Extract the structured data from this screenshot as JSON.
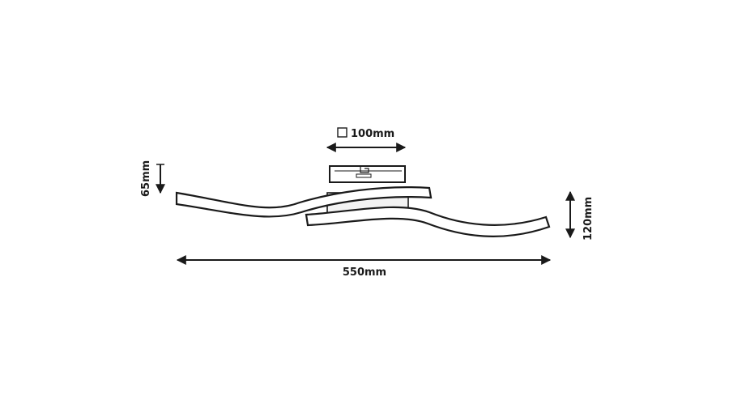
{
  "diagram": {
    "dimensions": {
      "base_square": {
        "symbol": "□",
        "value": "100mm"
      },
      "total_width": "550mm",
      "height_left": "65mm",
      "height_right": "120mm"
    },
    "colors": {
      "line": "#1a1a1a",
      "background": "#ffffff"
    }
  }
}
